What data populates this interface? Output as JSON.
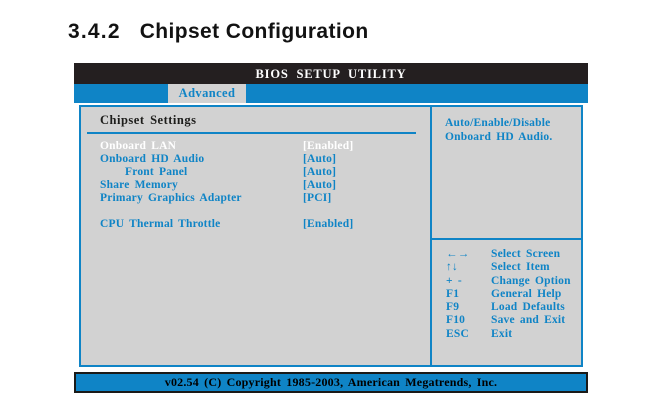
{
  "page": {
    "heading_number": "3.4.2",
    "heading_title": "Chipset Configuration"
  },
  "bios": {
    "title": "BIOS SETUP UTILITY",
    "tabs": [
      {
        "label": "Advanced",
        "active": true
      }
    ],
    "section_title": "Chipset Settings",
    "settings": [
      {
        "label": "Onboard LAN",
        "value": "[Enabled]",
        "selected": true,
        "indent": false
      },
      {
        "label": "Onboard HD Audio",
        "value": "[Auto]",
        "selected": false,
        "indent": false
      },
      {
        "label": "Front Panel",
        "value": "[Auto]",
        "selected": false,
        "indent": true
      },
      {
        "label": "Share Memory",
        "value": "[Auto]",
        "selected": false,
        "indent": false
      },
      {
        "label": "Primary Graphics Adapter",
        "value": "[PCI]",
        "selected": false,
        "indent": false
      },
      {
        "label": "CPU Thermal Throttle",
        "value": "[Enabled]",
        "selected": false,
        "indent": false
      }
    ],
    "help": {
      "line1": "Auto/Enable/Disable",
      "line2": "Onboard HD Audio."
    },
    "keys": [
      {
        "key": "←→",
        "action": "Select Screen"
      },
      {
        "key": "↑↓",
        "action": "Select Item"
      },
      {
        "key": "+ -",
        "action": "Change Option"
      },
      {
        "key": "F1",
        "action": "General Help"
      },
      {
        "key": "F9",
        "action": "Load Defaults"
      },
      {
        "key": "F10",
        "action": "Save and Exit"
      },
      {
        "key": "ESC",
        "action": "Exit"
      }
    ],
    "footer": "v02.54 (C) Copyright 1985-2003, American Megatrends, Inc.",
    "colors": {
      "accent_blue": "#0f84c6",
      "panel_gray": "#d2d2d2",
      "title_black": "#241f20",
      "selected_text": "#ffffff",
      "footer_text": "#000000"
    }
  }
}
